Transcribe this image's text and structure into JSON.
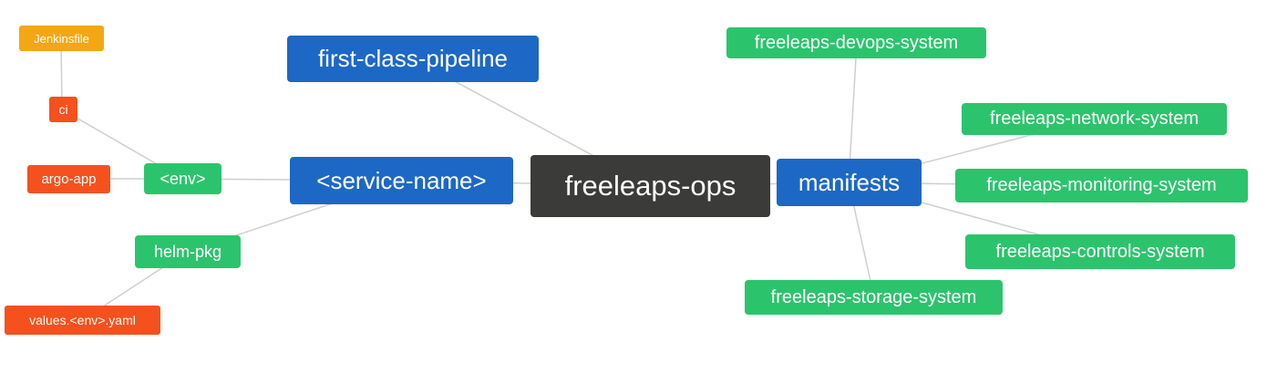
{
  "diagram": {
    "type": "mindmap",
    "root_label": "freeleaps-ops",
    "palette": {
      "blue": "#1d68c5",
      "green": "#2bc46c",
      "red": "#f4511e",
      "amber": "#f3a712",
      "dark": "#3b3b39",
      "edge": "#cfcfcf",
      "background": "#ffffff",
      "text": "#ffffff"
    },
    "nodes": [
      {
        "id": "jenkinsfile",
        "label": "Jenkinsfile",
        "color": "amber"
      },
      {
        "id": "ci",
        "label": "ci",
        "color": "red"
      },
      {
        "id": "argo-app",
        "label": "argo-app",
        "color": "red"
      },
      {
        "id": "env",
        "label": "<env>",
        "color": "green"
      },
      {
        "id": "helm-pkg",
        "label": "helm-pkg",
        "color": "green"
      },
      {
        "id": "values-env-yaml",
        "label": "values.<env>.yaml",
        "color": "red"
      },
      {
        "id": "first-class-pipeline",
        "label": "first-class-pipeline",
        "color": "blue"
      },
      {
        "id": "service-name",
        "label": "<service-name>",
        "color": "blue"
      },
      {
        "id": "freeleaps-ops",
        "label": "freeleaps-ops",
        "color": "dark"
      },
      {
        "id": "manifests",
        "label": "manifests",
        "color": "blue"
      },
      {
        "id": "devops-system",
        "label": "freeleaps-devops-system",
        "color": "green"
      },
      {
        "id": "network-system",
        "label": "freeleaps-network-system",
        "color": "green"
      },
      {
        "id": "monitoring-system",
        "label": "freeleaps-monitoring-system",
        "color": "green"
      },
      {
        "id": "controls-system",
        "label": "freeleaps-controls-system",
        "color": "green"
      },
      {
        "id": "storage-system",
        "label": "freeleaps-storage-system",
        "color": "green"
      }
    ],
    "edges": [
      [
        "jenkinsfile",
        "ci"
      ],
      [
        "ci",
        "env"
      ],
      [
        "argo-app",
        "env"
      ],
      [
        "env",
        "service-name"
      ],
      [
        "helm-pkg",
        "service-name"
      ],
      [
        "values-env-yaml",
        "helm-pkg"
      ],
      [
        "first-class-pipeline",
        "freeleaps-ops"
      ],
      [
        "service-name",
        "freeleaps-ops"
      ],
      [
        "freeleaps-ops",
        "manifests"
      ],
      [
        "manifests",
        "devops-system"
      ],
      [
        "manifests",
        "network-system"
      ],
      [
        "manifests",
        "monitoring-system"
      ],
      [
        "manifests",
        "controls-system"
      ],
      [
        "manifests",
        "storage-system"
      ]
    ]
  }
}
